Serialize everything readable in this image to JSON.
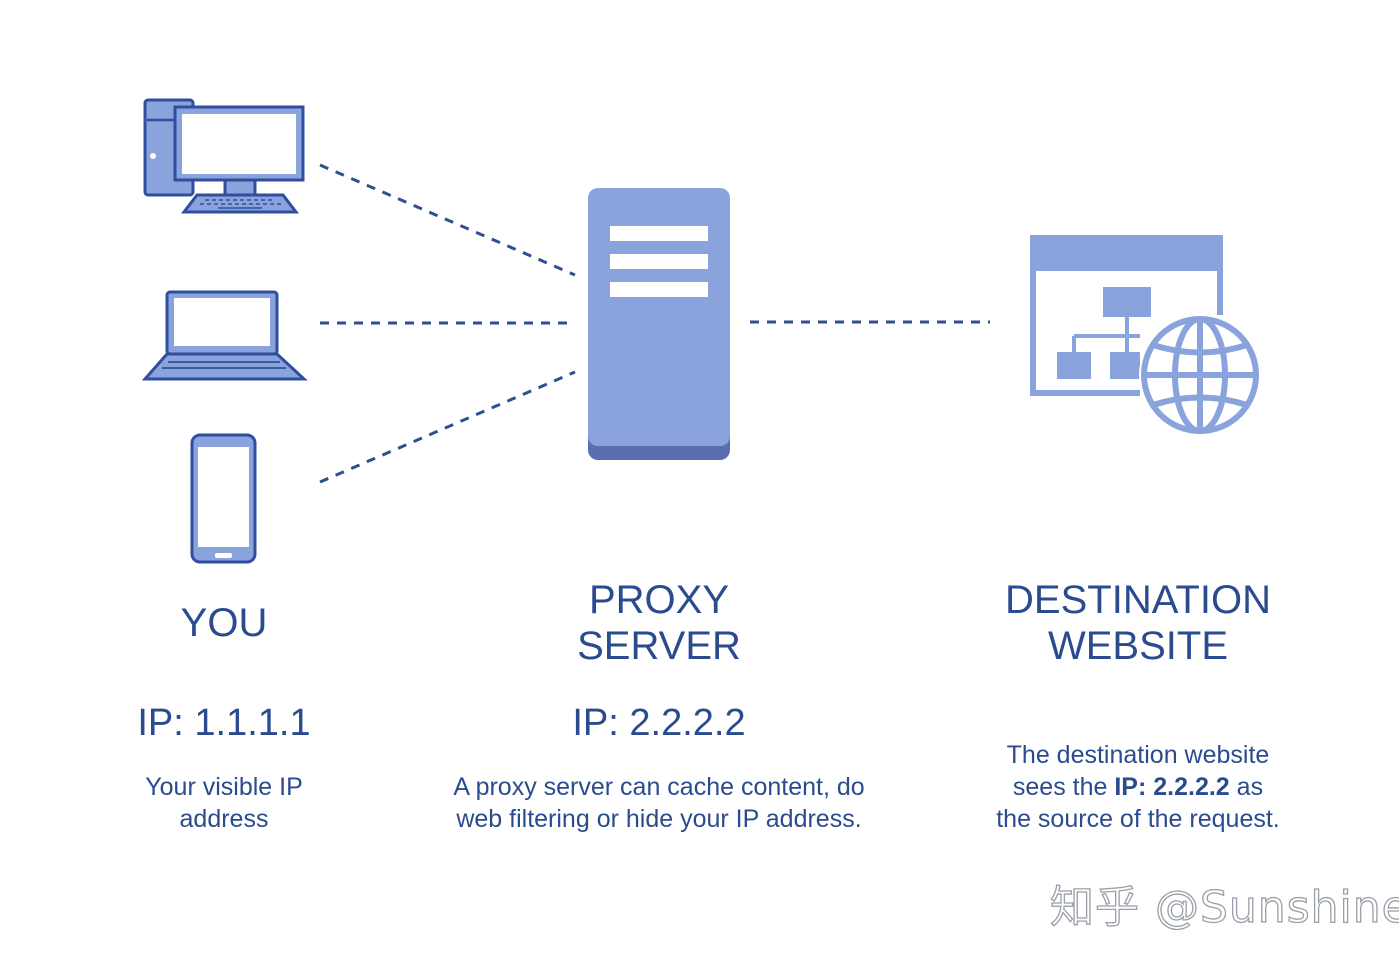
{
  "colors": {
    "primary_text": "#2b4b8f",
    "icon_fill": "#8aa3dd",
    "icon_stroke": "#2f4f9e",
    "server_base": "#5b6fb0",
    "connector": "#2f4f8f",
    "watermark": "#9aa0a8"
  },
  "you": {
    "devices": [
      "desktop-computer-icon",
      "laptop-icon",
      "smartphone-icon"
    ],
    "title": "YOU",
    "ip": "IP: 1.1.1.1",
    "description_line1": "Your visible IP",
    "description_line2": "address"
  },
  "proxy": {
    "icon": "server-icon",
    "title_line1": "PROXY",
    "title_line2": "SERVER",
    "ip": "IP: 2.2.2.2",
    "description_line1": "A proxy server can cache content, do",
    "description_line2": "web filtering or hide your IP address."
  },
  "destination": {
    "icon": "website-globe-icon",
    "title_line1": "DESTINATION",
    "title_line2": "WEBSITE",
    "description_line1": "The destination website",
    "description_line2_pre": "sees the ",
    "description_line2_bold": "IP: 2.2.2.2",
    "description_line2_post": " as",
    "description_line3": "the source of the request."
  },
  "watermark": "知乎 @Sunshine"
}
